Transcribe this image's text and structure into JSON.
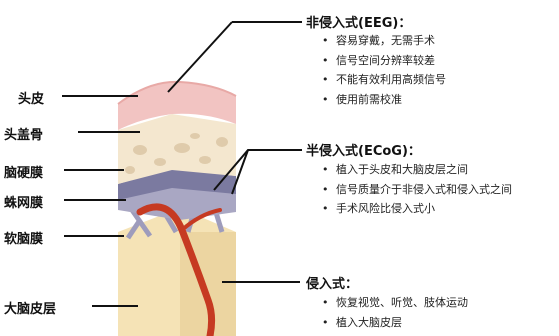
{
  "layers": [
    {
      "key": "scalp",
      "label": "头皮"
    },
    {
      "key": "skull",
      "label": "头盖骨"
    },
    {
      "key": "dura",
      "label": "脑硬膜"
    },
    {
      "key": "arachnoid",
      "label": "蛛网膜"
    },
    {
      "key": "pia",
      "label": "软脑膜"
    },
    {
      "key": "cortex",
      "label": "大脑皮层"
    }
  ],
  "methods": [
    {
      "key": "eeg",
      "title": "非侵入式(EEG)：",
      "points": [
        "容易穿戴，无需手术",
        "信号空间分辨率较差",
        "不能有效利用高频信号",
        "使用前需校准"
      ]
    },
    {
      "key": "ecog",
      "title": "半侵入式(ECoG)：",
      "points": [
        "植入于头皮和大脑皮层之间",
        "信号质量介于非侵入式和侵入式之间",
        "手术风险比侵入式小"
      ]
    },
    {
      "key": "invasive",
      "title": "侵入式：",
      "points": [
        "恢复视觉、听觉、肢体运动",
        "植入大脑皮层"
      ]
    }
  ],
  "colors": {
    "scalp": "#f2c4c2",
    "skull": "#f4e7cf",
    "dura": "#7b7aa0",
    "arachnoid": "#aaa8c4",
    "cortex": "#f5e3b6",
    "vessel": "#c63a22"
  }
}
